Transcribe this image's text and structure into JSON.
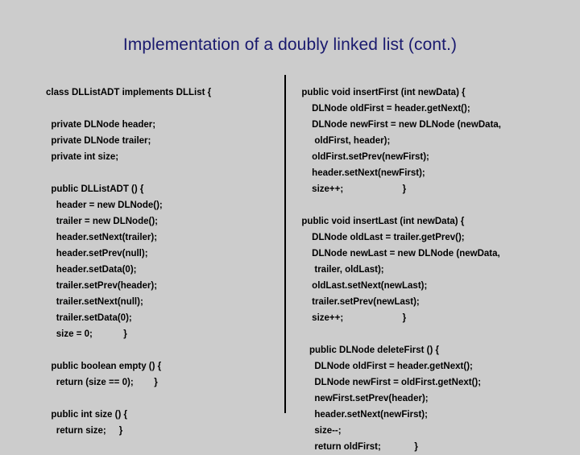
{
  "slide": {
    "title": "Implementation of a doubly linked list (cont.)",
    "background_color": "#cccccc",
    "title_color": "#1a1a6e",
    "code_color": "#000000",
    "divider_color": "#000000"
  },
  "left_column": {
    "name": "dllist-adt-class-code",
    "blocks": [
      {
        "name": "class-declaration",
        "lines": [
          "class DLListADT implements DLList {"
        ]
      },
      {
        "name": "field-declarations",
        "lines": [
          "  private DLNode header;",
          "  private DLNode trailer;",
          "  private int size;"
        ]
      },
      {
        "name": "constructor",
        "lines": [
          "  public DLListADT () {",
          "    header = new DLNode();",
          "    trailer = new DLNode();",
          "    header.setNext(trailer);",
          "    header.setPrev(null);",
          "    header.setData(0);",
          "    trailer.setPrev(header);",
          "    trailer.setNext(null);",
          "    trailer.setData(0);",
          "    size = 0;            }"
        ]
      },
      {
        "name": "empty-method",
        "lines": [
          "  public boolean empty () {",
          "    return (size == 0);        }"
        ]
      },
      {
        "name": "size-method",
        "lines": [
          "  public int size () {",
          "    return size;     }"
        ]
      }
    ]
  },
  "right_column": {
    "name": "dllist-methods-code",
    "blocks": [
      {
        "name": "insert-first-method",
        "lines": [
          "  public void insertFirst (int newData) {",
          "      DLNode oldFirst = header.getNext();",
          "      DLNode newFirst = new DLNode (newData,",
          "       oldFirst, header);",
          "      oldFirst.setPrev(newFirst);",
          "      header.setNext(newFirst);",
          "      size++;                       }"
        ]
      },
      {
        "name": "insert-last-method",
        "lines": [
          "  public void insertLast (int newData) {",
          "      DLNode oldLast = trailer.getPrev();",
          "      DLNode newLast = new DLNode (newData,",
          "       trailer, oldLast);",
          "      oldLast.setNext(newLast);",
          "      trailer.setPrev(newLast);",
          "      size++;                       }"
        ]
      },
      {
        "name": "delete-first-method",
        "lines": [
          "     public DLNode deleteFirst () {",
          "       DLNode oldFirst = header.getNext();",
          "       DLNode newFirst = oldFirst.getNext();",
          "       newFirst.setPrev(header);",
          "       header.setNext(newFirst);",
          "       size--;",
          "       return oldFirst;             }"
        ]
      }
    ]
  }
}
